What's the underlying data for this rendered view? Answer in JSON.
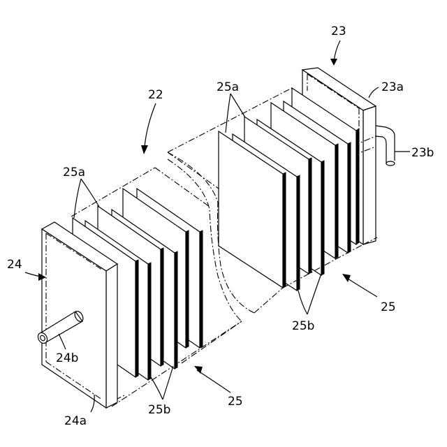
{
  "labels": {
    "l22": "22",
    "l23": "23",
    "l23a": "23a",
    "l23b": "23b",
    "l24": "24",
    "l24a": "24a",
    "l24b": "24b",
    "l25_right": "25",
    "l25_bottom": "25",
    "l25a_left": "25a",
    "l25a_top": "25a",
    "l25b_right": "25b",
    "l25b_left": "25b"
  }
}
